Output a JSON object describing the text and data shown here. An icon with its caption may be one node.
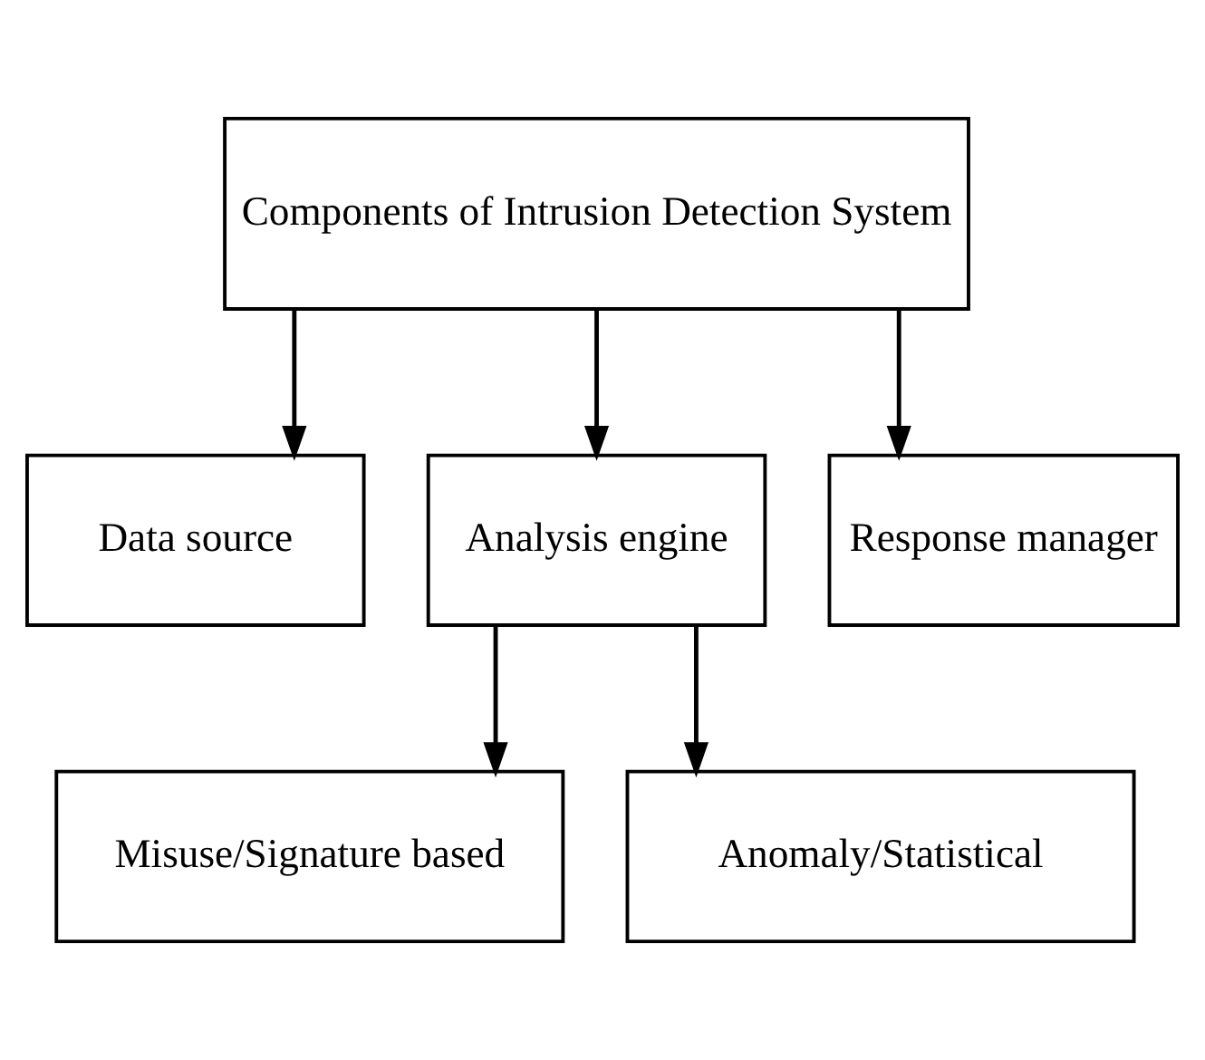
{
  "diagram": {
    "nodes": [
      {
        "text": [
          "Components of Intrusion Detection System"
        ]
      },
      {
        "text": [
          "Data source"
        ]
      },
      {
        "text": [
          "Analysis engine"
        ]
      },
      {
        "text": [
          "Response manager"
        ]
      },
      {
        "text": [
          "Misuse/Signature based"
        ]
      },
      {
        "text": [
          "Anomaly/Statistical"
        ]
      }
    ],
    "edges": [
      {
        "from": 0,
        "to": 1,
        "arrow": "to"
      },
      {
        "from": 0,
        "to": 2,
        "arrow": "to"
      },
      {
        "from": 0,
        "to": 3,
        "arrow": "to"
      },
      {
        "from": 2,
        "to": 4,
        "arrow": "to"
      },
      {
        "from": 2,
        "to": 5,
        "arrow": "to"
      }
    ]
  }
}
